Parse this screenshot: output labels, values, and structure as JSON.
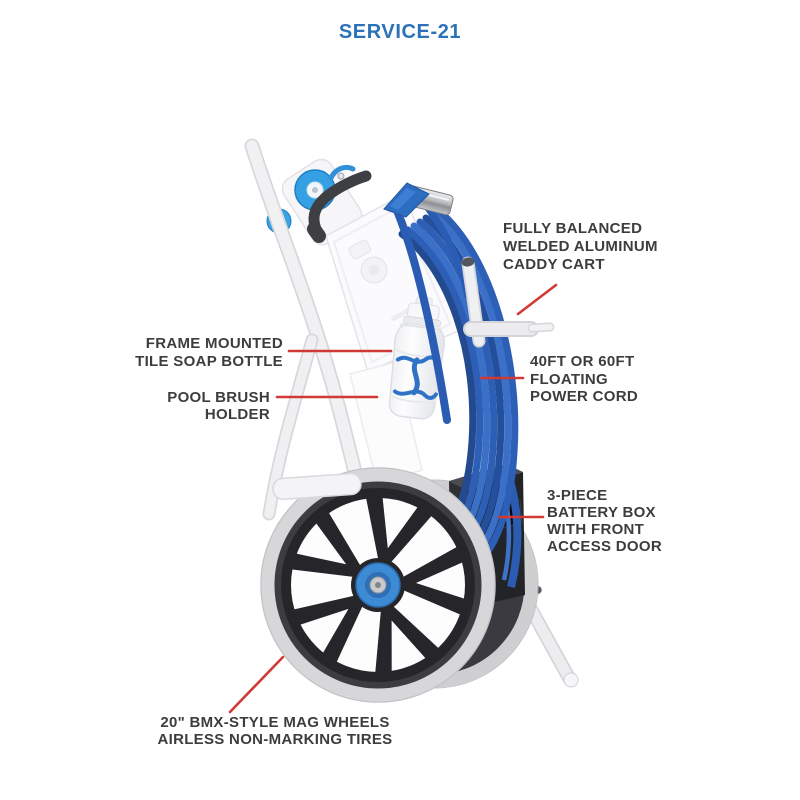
{
  "header": {
    "title": "SERVICE-21"
  },
  "colors": {
    "title_blue": "#2c72b8",
    "label_text": "#3d3d3d",
    "callout_line_red": "#cf3a36",
    "cord_blue": "#2d5fb6",
    "knob_blue": "#36a0e4",
    "hub_blue": "#3c8bd4",
    "frame_white": "#f1f1f4",
    "tire_gray": "#d7d7d9",
    "mag_black": "#26262a",
    "battery_black": "#232428"
  },
  "callouts": {
    "caddy_cart": {
      "line1": "FULLY BALANCED",
      "line2": "WELDED ALUMINUM",
      "line3": "CADDY CART"
    },
    "soap_bottle": {
      "line1": "FRAME MOUNTED",
      "line2": "TILE SOAP BOTTLE"
    },
    "brush_holder": {
      "line1": "POOL BRUSH",
      "line2": "HOLDER"
    },
    "power_cord": {
      "line1": "40FT OR 60FT",
      "line2": "FLOATING",
      "line3": "POWER CORD"
    },
    "battery_box": {
      "line1": "3-PIECE",
      "line2": "BATTERY BOX",
      "line3": "WITH FRONT",
      "line4": "ACCESS DOOR"
    },
    "wheels": {
      "line1": "20\" BMX-STYLE MAG WHEELS",
      "line2": "AIRLESS NON-MARKING TIRES"
    }
  }
}
